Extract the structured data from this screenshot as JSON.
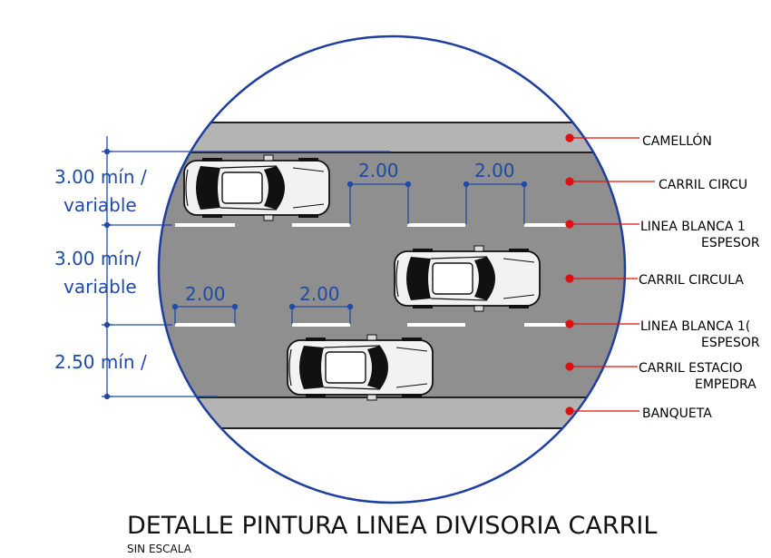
{
  "title": "DETALLE PINTURA LINEA DIVISORIA CARRIL",
  "subtitle": "SIN ESCALA",
  "dimensions": {
    "lane1_line1": "3.00 mín /",
    "lane1_line2": "variable",
    "lane2_line1": "3.00 mín/",
    "lane2_line2": "variable",
    "parking": "2.50 mín /",
    "gap_top_1": "2.00",
    "gap_top_2": "2.00",
    "gap_mid_1": "2.00",
    "gap_mid_2": "2.00"
  },
  "labels": {
    "camellon": "CAMELLÓN",
    "carril_circu": "CARRIL  CIRCU",
    "linea_blanca_1a": "LINEA BLANCA 1",
    "espesor_1": "ESPESOR",
    "carril_circula": "CARRIL CIRCULA",
    "linea_blanca_1b": "LINEA BLANCA 1(",
    "espesor_2": "ESPESOR",
    "carril_estacio": "CARRIL ESTACIO",
    "empedra": "EMPEDRA",
    "banqueta": "BANQUETA"
  },
  "colors": {
    "circle": "#1f3fa0",
    "dimension": "#1f4aa8",
    "leader": "#e01010",
    "road": "#8f8f8f",
    "median": "#b4b4b4",
    "lane_mark": "#ffffff"
  }
}
